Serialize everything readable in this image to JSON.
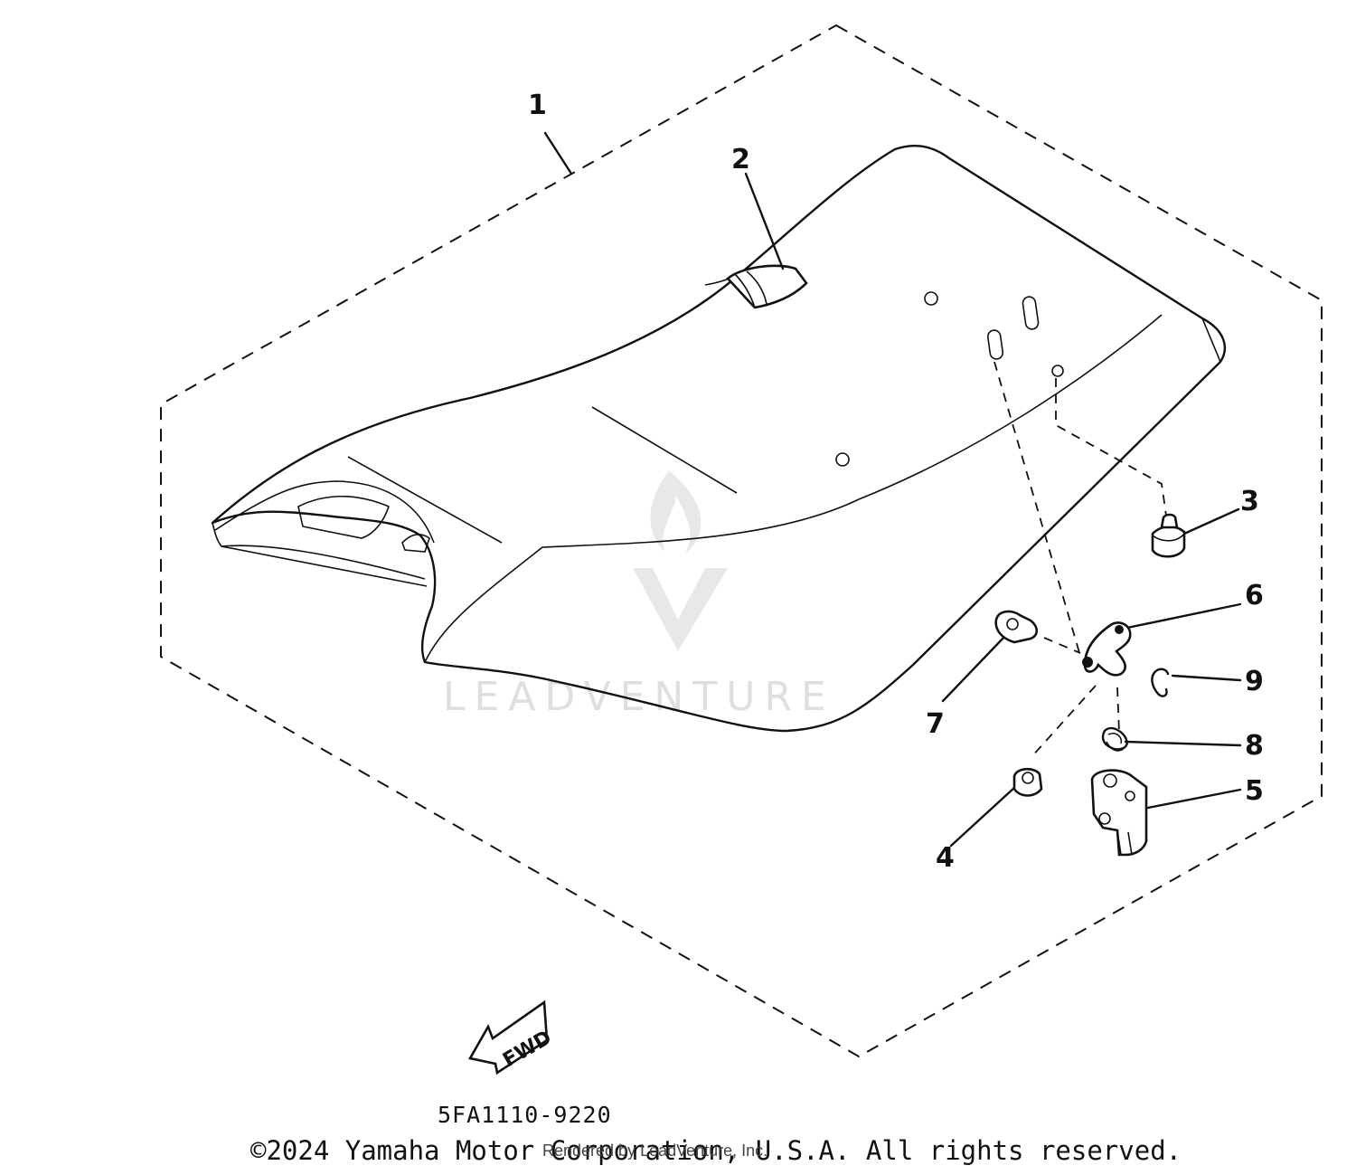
{
  "callouts": [
    {
      "id": "1",
      "label": "1"
    },
    {
      "id": "2",
      "label": "2"
    },
    {
      "id": "3",
      "label": "3"
    },
    {
      "id": "4",
      "label": "4"
    },
    {
      "id": "5",
      "label": "5"
    },
    {
      "id": "6",
      "label": "6"
    },
    {
      "id": "7",
      "label": "7"
    },
    {
      "id": "8",
      "label": "8"
    },
    {
      "id": "9",
      "label": "9"
    }
  ],
  "fwd_label": "FWD",
  "diagram_code": "5FA1110-9220",
  "copyright": "©2024 Yamaha Motor Corporation, U.S.A. All rights reserved.",
  "watermark": "LEADVENTURE",
  "overlay_text": "Rendered by LeadVenture, Inc."
}
